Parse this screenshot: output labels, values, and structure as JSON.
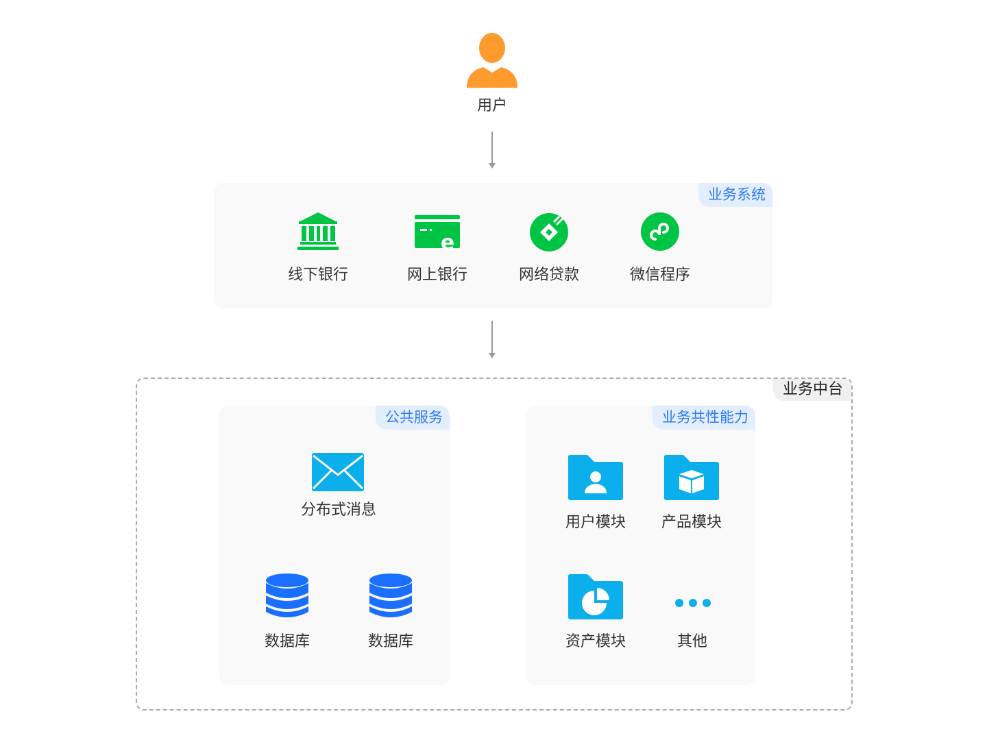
{
  "user": {
    "label": "用户"
  },
  "business_system": {
    "tag": "业务系统",
    "items": [
      {
        "label": "线下银行",
        "icon": "bank-icon"
      },
      {
        "label": "网上银行",
        "icon": "online-bank-icon"
      },
      {
        "label": "网络贷款",
        "icon": "loan-icon"
      },
      {
        "label": "微信程序",
        "icon": "mini-program-icon"
      }
    ]
  },
  "middle_platform": {
    "tag": "业务中台",
    "public_services": {
      "tag": "公共服务",
      "items": [
        {
          "label": "分布式消息",
          "icon": "envelope-icon"
        },
        {
          "label": "数据库",
          "icon": "database-icon"
        },
        {
          "label": "数据库",
          "icon": "database-icon"
        }
      ]
    },
    "common_capabilities": {
      "tag": "业务共性能力",
      "items": [
        {
          "label": "用户模块",
          "icon": "user-folder-icon"
        },
        {
          "label": "产品模块",
          "icon": "product-folder-icon"
        },
        {
          "label": "资产模块",
          "icon": "asset-folder-icon"
        },
        {
          "label": "其他",
          "icon": "more-icon"
        }
      ]
    }
  },
  "colors": {
    "orange": "#FF9A2E",
    "green": "#00C544",
    "blue": "#0AAFEB",
    "db_blue": "#1A6FFF",
    "tag_text": "#2F7CF6",
    "tag_bg": "#E3EEFD"
  }
}
